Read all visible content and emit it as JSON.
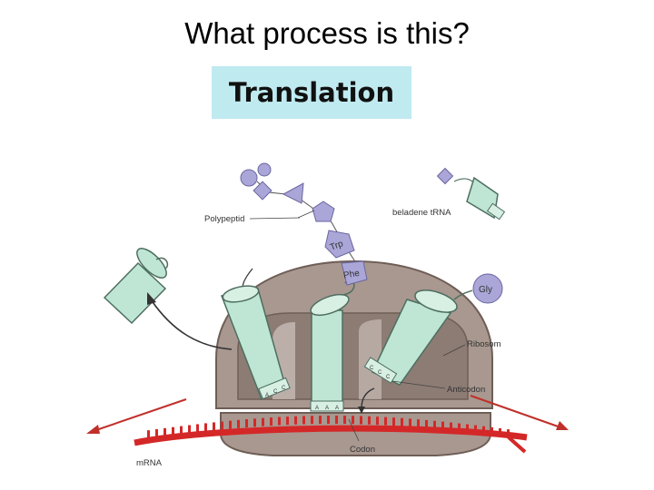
{
  "slide": {
    "question": "What process is this?",
    "answer": "Translation"
  },
  "colors": {
    "answer_box": "#bfeaf0",
    "ribosome": "#a89890",
    "ribosome_dark": "#6e5e56",
    "trna": "#bfe6d4",
    "trna_stroke": "#4e6e60",
    "amino_acid": "#aaa6d8",
    "mrna": "#d42828"
  },
  "diagram": {
    "labels": {
      "polypeptide": "Polypeptid",
      "loaded_trna": "beladene tRNA",
      "ribosome": "Ribosom",
      "anticodon": "Anticodon",
      "codon": "Codon",
      "mrna": "mRNA"
    },
    "amino_acids": {
      "trp": "Trp",
      "phe": "Phe",
      "gly": "Gly"
    },
    "bases": {
      "left_trna": [
        "A",
        "C",
        "C"
      ],
      "center_trna": [
        "A",
        "A",
        "A"
      ],
      "right_trna": [
        "C",
        "C",
        "C"
      ]
    }
  }
}
